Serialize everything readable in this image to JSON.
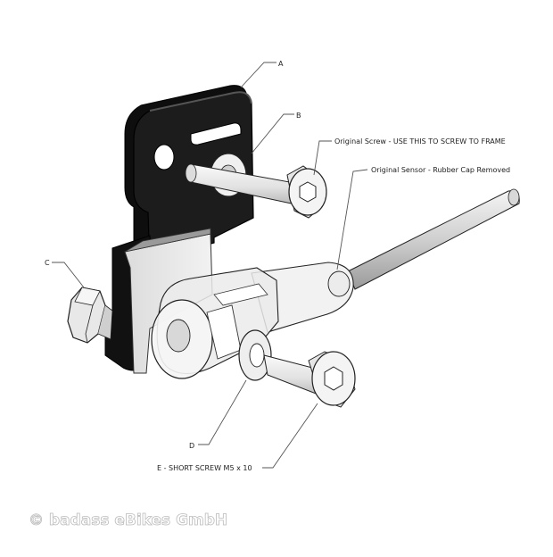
{
  "callouts": {
    "a": "A",
    "b": "B",
    "c": "C",
    "d": "D",
    "original_screw": "Original Screw - USE THIS TO SCREW TO FRAME",
    "original_sensor": "Original Sensor - Rubber Cap Removed",
    "short_screw": "E - SHORT SCREW M5 x 10"
  },
  "watermark": "© badass eBikes GmbH",
  "colors": {
    "bracket": "#1a1a1a",
    "metal": "#e6e6e6",
    "outline": "#222222",
    "leader": "#555555"
  }
}
